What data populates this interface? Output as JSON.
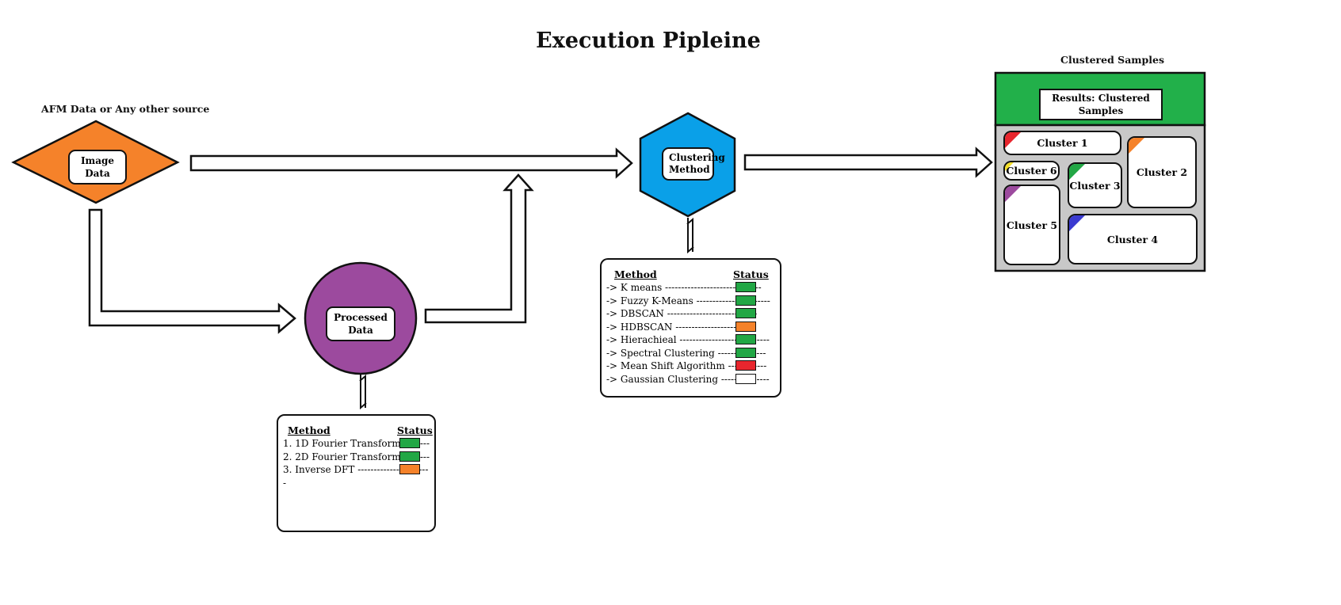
{
  "title": "Execution Pipleine",
  "source": {
    "caption": "AFM Data or Any other source",
    "label": "Image Data",
    "color": "#f5822a"
  },
  "processed": {
    "label": "Processed Data",
    "color": "#9c4a9e",
    "panel": {
      "method_header": "Method",
      "status_header": "Status",
      "rows": [
        {
          "text": "1. 1D Fourier Transform --------",
          "status": "#22a745"
        },
        {
          "text": "2. 2D Fourier Transform --------",
          "status": "#22a745"
        },
        {
          "text": "3. Inverse DFT -----------------------",
          "status": "#f5822a"
        }
      ]
    }
  },
  "clustering": {
    "label": "Clustering Method",
    "color": "#0aa0e8",
    "panel": {
      "method_header": "Method",
      "status_header": "Status",
      "rows": [
        {
          "text": "-> K means ------------------------------",
          "status": "#22a745"
        },
        {
          "text": "-> Fuzzy K-Means -----------------------",
          "status": "#22a745"
        },
        {
          "text": "-> DBSCAN ----------------------------",
          "status": "#22a745"
        },
        {
          "text": "-> HDBSCAN ------------------------",
          "status": "#f5822a"
        },
        {
          "text": "-> Hierachieal ----------------------------",
          "status": "#22a745"
        },
        {
          "text": "-> Spectral Clustering ---------------",
          "status": "#22a745"
        },
        {
          "text": "-> Mean Shift Algorithm ------------",
          "status": "#e8262e"
        },
        {
          "text": "-> Gaussian Clustering ---------------",
          "status": "#ffffff"
        }
      ]
    }
  },
  "results": {
    "caption": "Clustered Samples",
    "header_label": "Results: Clustered Samples",
    "header_color": "#22b04a",
    "body_color": "#c8c8c8",
    "clusters": [
      {
        "id": "cluster-1",
        "label": "Cluster 1",
        "corner_color": "#e8262e"
      },
      {
        "id": "cluster-2",
        "label": "Cluster 2",
        "corner_color": "#f5822a"
      },
      {
        "id": "cluster-3",
        "label": "Cluster 3",
        "corner_color": "#22a745"
      },
      {
        "id": "cluster-4",
        "label": "Cluster 4",
        "corner_color": "#3a3ad0"
      },
      {
        "id": "cluster-5",
        "label": "Cluster 5",
        "corner_color": "#9c4a9e"
      },
      {
        "id": "cluster-6",
        "label": "Cluster 6",
        "corner_color": "#f5e02a"
      }
    ]
  }
}
